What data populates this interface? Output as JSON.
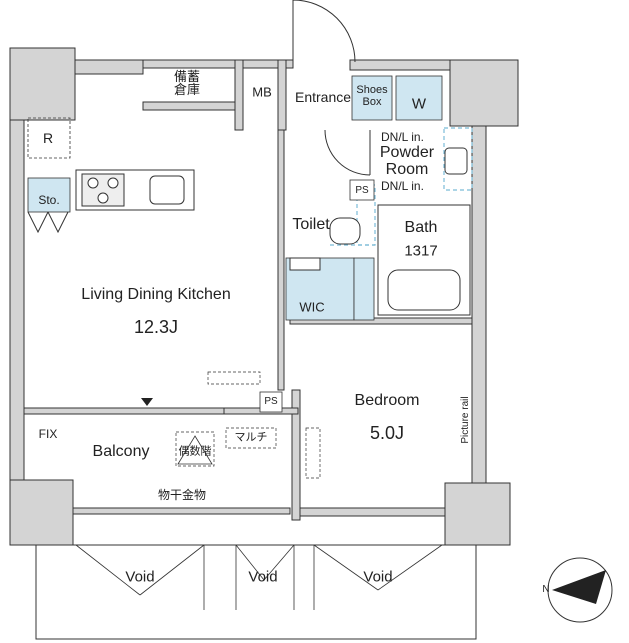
{
  "colors": {
    "wall": "#d4d4d4",
    "wall_line": "#333333",
    "blue_fill": "#cfe6f1",
    "dash_blue": "#7bbcd8"
  },
  "rooms": {
    "ldk_name": "Living Dining Kitchen",
    "ldk_size": "12.3J",
    "bedroom_name": "Bedroom",
    "bedroom_size": "5.0J",
    "balcony": "Balcony",
    "entrance": "Entrance",
    "powder_room": "Powder\nRoom",
    "toilet": "Toilet",
    "bath_name": "Bath",
    "bath_size": "1317",
    "wic": "WIC"
  },
  "fixtures": {
    "storage": "備蓄\n倉庫",
    "mb": "MB",
    "shoes_box": "Shoes\nBox",
    "washer": "W",
    "dn_top": "DN/L in.",
    "dn_bottom": "DN/L in.",
    "ps_toilet": "PS",
    "ps_bedroom": "PS",
    "fridge": "R",
    "sto": "Sto.",
    "fix": "FIX",
    "evacuation": "偶数階",
    "multi": "マルチ",
    "drying_hardware": "物干金物",
    "picture_rail": "Picture rail"
  },
  "voids": [
    "Void",
    "Void",
    "Void"
  ],
  "compass": {
    "label": "N",
    "icon": "north-arrow-icon"
  }
}
